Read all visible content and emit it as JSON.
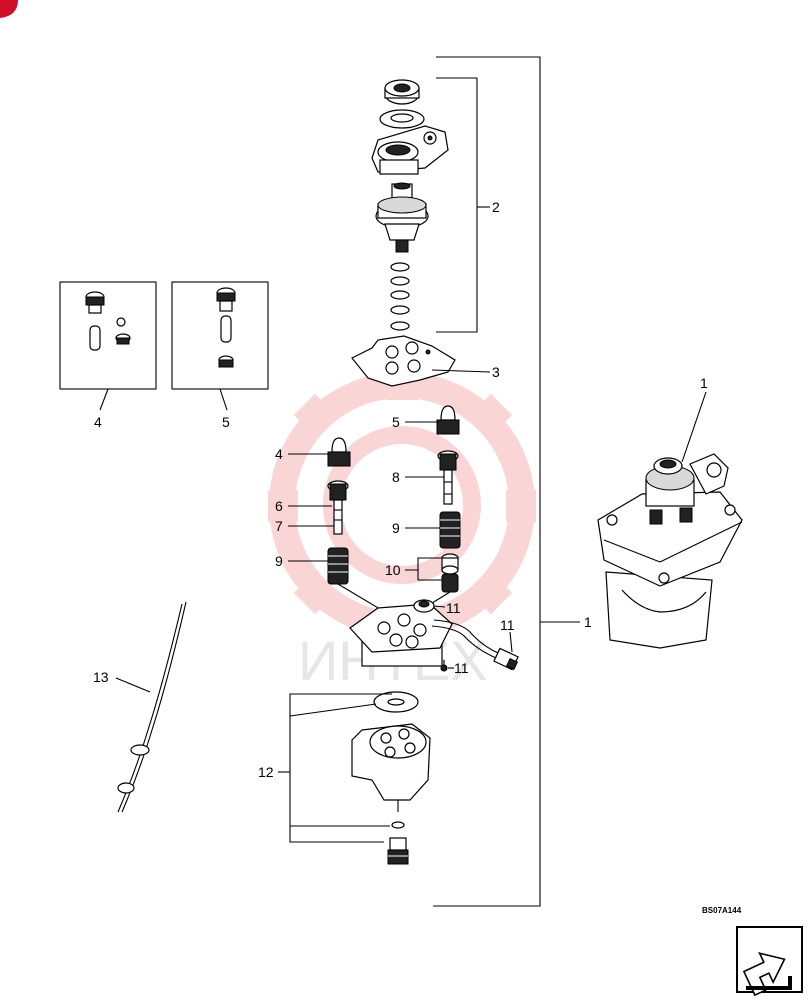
{
  "diagram": {
    "code": "BS07A144",
    "watermark": "ИНТЕХ",
    "callouts": {
      "c1_top": "1",
      "c1_right": "1",
      "c2": "2",
      "c3": "3",
      "c4_kit": "4",
      "c5_kit": "5",
      "c4": "4",
      "c5": "5",
      "c6": "6",
      "c7": "7",
      "c8": "8",
      "c9_left": "9",
      "c9_right": "9",
      "c10": "10",
      "c11_a": "11",
      "c11_b": "11",
      "c11_c": "11",
      "c12": "12",
      "c13": "13"
    }
  },
  "colors": {
    "ink": "#000000",
    "watermark_gear": "#f08a8a",
    "corner_badge": "#d0102a"
  },
  "icons": {
    "corner_badge": "corner-badge-icon",
    "nav_arrow": "next-page-arrow-icon"
  }
}
